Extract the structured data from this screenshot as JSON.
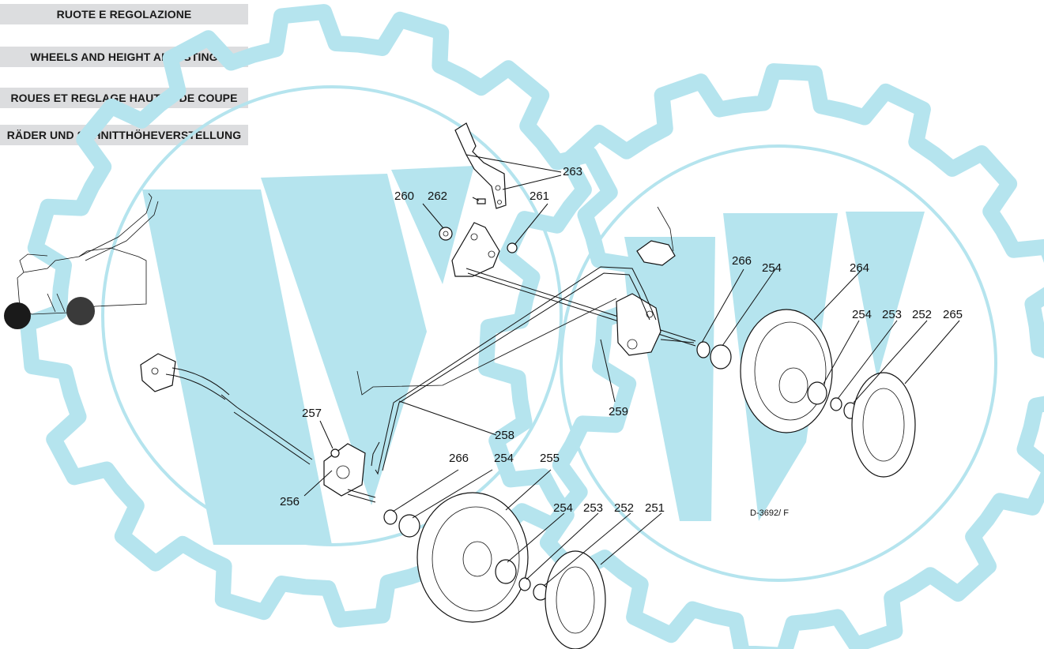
{
  "titles": {
    "it": "RUOTE E REGOLAZIONE",
    "en": "WHEELS AND HEIGHT ADJUSTING",
    "fr": "ROUES ET REGLAGE HAUTER DE COUPE",
    "de": "RÄDER UND SCHNITTHÖHEVERSTELLUNG"
  },
  "drawing_ref": "D-3692/ F",
  "callouts": {
    "c251": "251",
    "c252a": "252",
    "c252b": "252",
    "c253a": "253",
    "c253b": "253",
    "c254a": "254",
    "c254b": "254",
    "c254c": "254",
    "c254d": "254",
    "c255": "255",
    "c256": "256",
    "c257": "257",
    "c258": "258",
    "c259": "259",
    "c260": "260",
    "c261": "261",
    "c262": "262",
    "c263": "263",
    "c264": "264",
    "c265": "265",
    "c266a": "266",
    "c266b": "266"
  },
  "colors": {
    "watermark": "#b5e4ee",
    "banner": "#dcdddf",
    "line": "#111111"
  }
}
